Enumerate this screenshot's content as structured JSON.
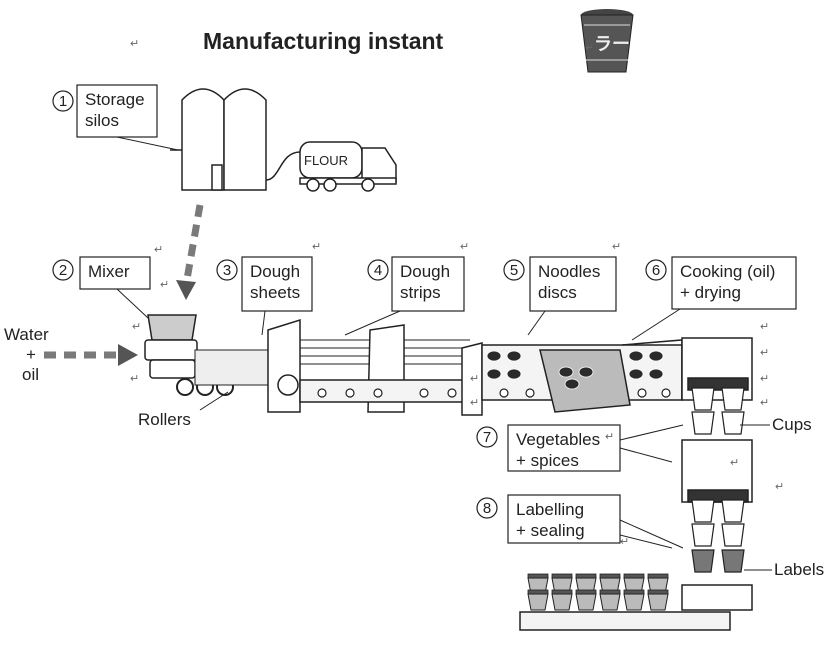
{
  "title": "Manufacturing instant",
  "logo_text": "ラー",
  "truck_label": "FLOUR",
  "steps": [
    {
      "number": "1",
      "lines": [
        "Storage",
        "silos"
      ]
    },
    {
      "number": "2",
      "lines": [
        "Mixer"
      ]
    },
    {
      "number": "3",
      "lines": [
        "Dough",
        "sheets"
      ]
    },
    {
      "number": "4",
      "lines": [
        "Dough",
        "strips"
      ]
    },
    {
      "number": "5",
      "lines": [
        "Noodles",
        "discs"
      ]
    },
    {
      "number": "6",
      "lines": [
        "Cooking (oil)",
        "+ drying"
      ]
    },
    {
      "number": "7",
      "lines": [
        "Vegetables",
        "+ spices"
      ]
    },
    {
      "number": "8",
      "lines": [
        "Labelling",
        "+ sealing"
      ]
    }
  ],
  "inputs": {
    "water_lines": [
      "Water",
      "+",
      "oil"
    ]
  },
  "side_labels": {
    "rollers": "Rollers",
    "cups": "Cups",
    "labels": "Labels"
  },
  "return_mark": "↵",
  "colors": {
    "ink": "#222222",
    "arrow": "#7a7a7a",
    "cup": "#555555",
    "noodle_disc": "#2b2b2b"
  }
}
